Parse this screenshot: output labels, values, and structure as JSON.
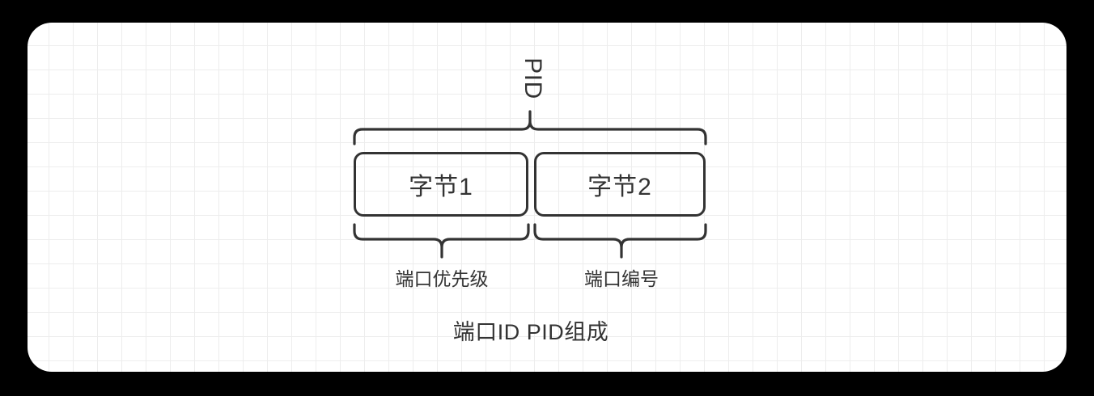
{
  "figure": {
    "title": "端口ID PID组成",
    "overall_label": "PID",
    "background_color": "#000000",
    "card_color": "#ffffff",
    "grid_color": "#ededed",
    "stroke_color": "#333333",
    "text_color": "#333333"
  },
  "fields": [
    {
      "name": "字节1",
      "caption": "端口优先级"
    },
    {
      "name": "字节2",
      "caption": "端口编号"
    }
  ]
}
